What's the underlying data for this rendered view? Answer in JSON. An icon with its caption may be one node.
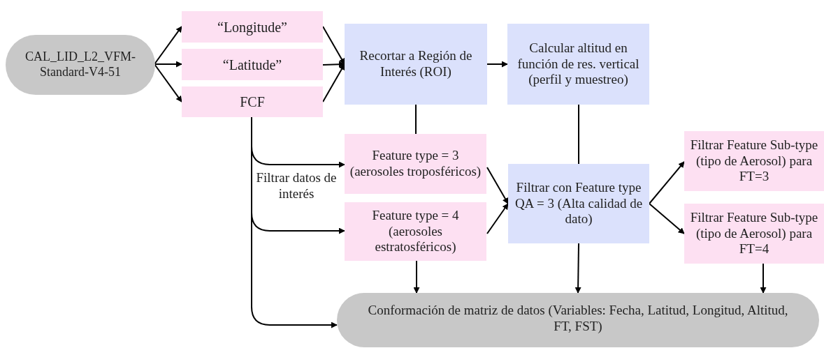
{
  "diagram": {
    "nodes": [
      {
        "text": [
          "CAL_LID_L2_VFM-Standard-V4-51"
        ]
      },
      {
        "text": [
          "“Longitude”"
        ]
      },
      {
        "text": [
          "“Latitude”"
        ]
      },
      {
        "text": [
          "FCF"
        ]
      },
      {
        "text": [
          "Recortar a Región de Interés (ROI)"
        ]
      },
      {
        "text": [
          "Calcular  altitud en función de res. vertical (perfil y muestreo)"
        ]
      },
      {
        "text": [
          "Feature type = 3 (aerosoles troposféricos)"
        ]
      },
      {
        "text": [
          "Feature type = 4 (aerosoles estratosféricos)"
        ]
      },
      {
        "text": [
          "Filtrar con Feature type QA = 3 (Alta calidad de dato)"
        ]
      },
      {
        "text": [
          "Filtrar Feature Sub-type (tipo de Aerosol) para FT=3"
        ]
      },
      {
        "text": [
          "Filtrar Feature Sub-type (tipo de Aerosol) para FT=4"
        ]
      },
      {
        "text": [
          "Conformación de matriz de datos (Variables: Fecha, Latitud, Longitud, Altitud, FT, FST)"
        ]
      }
    ],
    "edges": [
      {
        "from": 0,
        "to": 1,
        "arrow": "to"
      },
      {
        "from": 0,
        "to": 2,
        "arrow": "to"
      },
      {
        "from": 0,
        "to": 3,
        "arrow": "to"
      },
      {
        "from": 1,
        "to": 4,
        "arrow": "to"
      },
      {
        "from": 2,
        "to": 4,
        "arrow": "to"
      },
      {
        "from": 3,
        "to": 4,
        "arrow": "to"
      },
      {
        "from": 4,
        "to": 5,
        "arrow": "to"
      },
      {
        "from": 4,
        "to": 6,
        "arrow": "none"
      },
      {
        "from": 5,
        "to": 8,
        "arrow": "none"
      },
      {
        "from": 3,
        "to": 6,
        "arrow": "to"
      },
      {
        "from": 3,
        "to": 7,
        "arrow": "to"
      },
      {
        "from": 3,
        "to": 11,
        "arrow": "to"
      },
      {
        "from": 6,
        "to": 8,
        "arrow": "to"
      },
      {
        "from": 7,
        "to": 8,
        "arrow": "to"
      },
      {
        "from": 8,
        "to": 9,
        "arrow": "to"
      },
      {
        "from": 8,
        "to": 10,
        "arrow": "to"
      },
      {
        "from": 7,
        "to": 11,
        "arrow": "to"
      },
      {
        "from": 8,
        "to": 11,
        "arrow": "to"
      },
      {
        "from": 10,
        "to": 11,
        "arrow": "to"
      }
    ],
    "labels": [
      "Filtrar datos de interés"
    ]
  }
}
